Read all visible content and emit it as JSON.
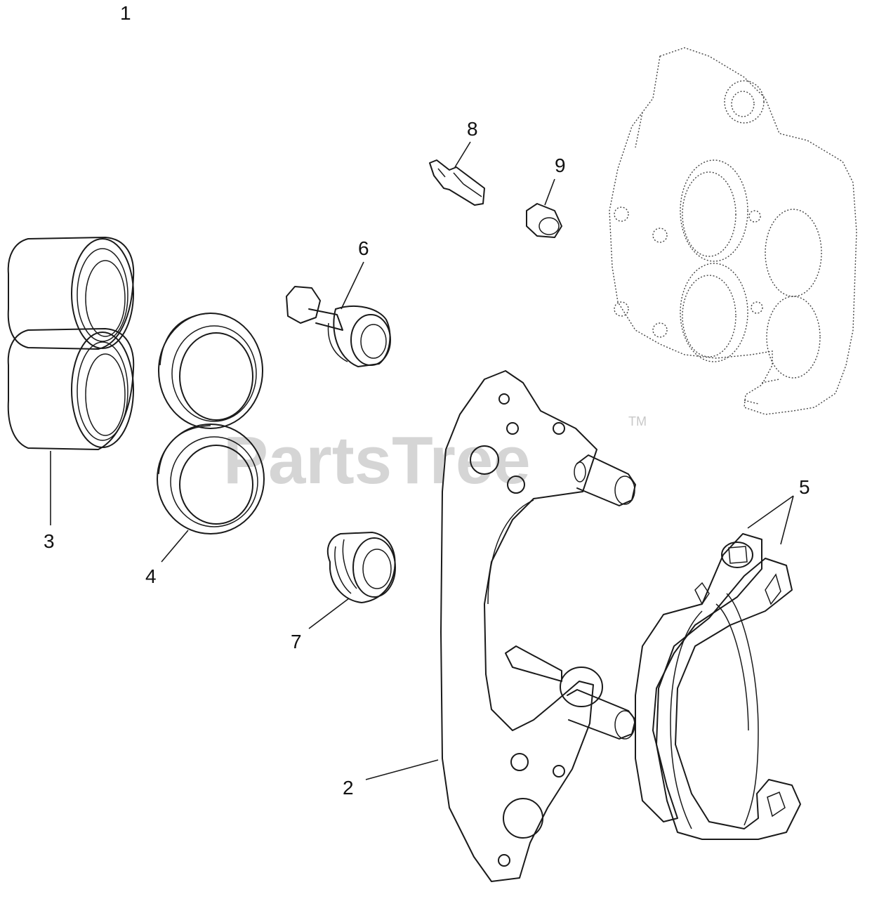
{
  "diagram": {
    "callouts": {
      "c1": "1",
      "c2": "2",
      "c3": "3",
      "c4": "4",
      "c5": "5",
      "c6": "6",
      "c7": "7",
      "c8": "8",
      "c9": "9"
    },
    "watermark": {
      "text": "PartsTree",
      "trademark": "TM"
    },
    "colors": {
      "line": "#1a1a1a",
      "watermark": "#c8c8c8",
      "background": "#ffffff"
    }
  }
}
